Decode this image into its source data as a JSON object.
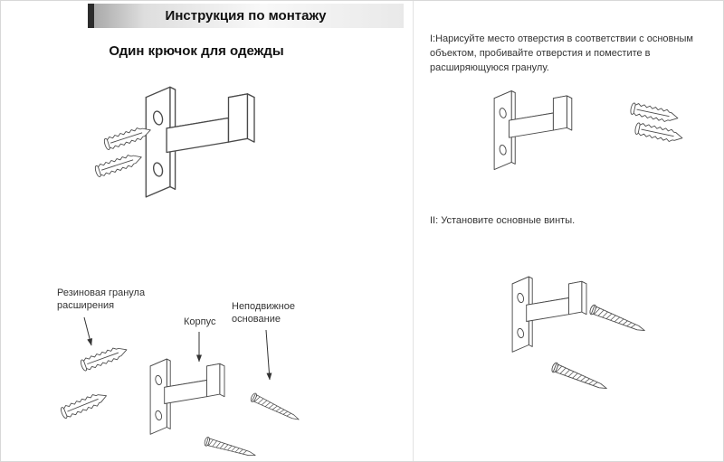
{
  "page": {
    "title": "Инструкция по монтажу",
    "subtitle": "Один крючок для одежды"
  },
  "parts": {
    "granule": "Резиновая гранула расширения",
    "body": "Корпус",
    "base": "Неподвижное основание"
  },
  "steps": {
    "one": "I:Нарисуйте место отверстия в соответствии с основным объектом, пробивайте отверстия и поместите в расширяющуюся гранулу.",
    "two": "II: Установите основные винты."
  },
  "colors": {
    "line": "#4a4a4a",
    "accent_bar": "#2b2b2b",
    "divider": "#e2e2e2"
  }
}
